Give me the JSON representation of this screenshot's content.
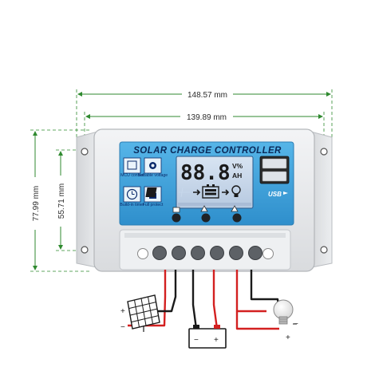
{
  "dimensions": {
    "overall_width": "148.57 mm",
    "inner_width": "139.89 mm",
    "overall_height": "77.99 mm",
    "inner_height": "55.71 mm"
  },
  "panel": {
    "title": "SOLAR CHARGE CONTROLLER",
    "lcd_value": "88.8",
    "unit_top": "V%",
    "unit_bottom": "AH",
    "labels": {
      "mcu": "MCU control",
      "settable": "Settable voltage",
      "timer": "Build-in timer",
      "protect": "Full protect"
    },
    "usb_label": "USB"
  },
  "wiring": {
    "plus": "+",
    "minus": "−",
    "battery_plus": "+",
    "battery_minus": "−"
  },
  "colors": {
    "dimension_line": "#2f8a2f",
    "panel_blue": "#3da4dc",
    "lcd_bg": "#c8d8ec",
    "wire_red": "#d32020",
    "wire_black": "#1a1a1a",
    "housing": "#e6e8eb"
  }
}
